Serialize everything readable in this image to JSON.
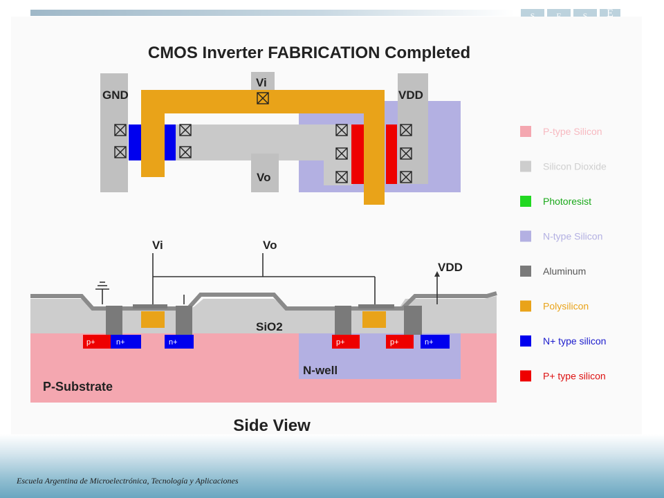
{
  "header": {
    "logo_letters": [
      "S",
      "E",
      "S",
      "E"
    ]
  },
  "diagram": {
    "title": "CMOS Inverter FABRICATION Completed",
    "top_labels": {
      "gnd": "GND",
      "vi": "Vi",
      "vdd": "VDD",
      "vo": "Vo"
    },
    "side_labels": {
      "vi": "Vi",
      "vo": "Vo",
      "vdd": "VDD",
      "sio2": "SiO2",
      "nwell": "N-well",
      "psubstrate": "P-Substrate"
    },
    "diffusion_labels": {
      "pplus": "p+",
      "nplus": "n+"
    },
    "caption": "Side View"
  },
  "legend": [
    {
      "label": "P-type Silicon",
      "color": "#f4a7b0",
      "text_color": "#f7b9c0"
    },
    {
      "label": "Silicon Dioxide",
      "color": "#cdcdcd",
      "text_color": "#cfcfcf"
    },
    {
      "label": "Photoresist",
      "color": "#22d822",
      "text_color": "#1aa81a"
    },
    {
      "label": "N-type Silicon",
      "color": "#b3b0e2",
      "text_color": "#b3b0e2"
    },
    {
      "label": "Aluminum",
      "color": "#7a7a7a",
      "text_color": "#555555"
    },
    {
      "label": "Polysilicon",
      "color": "#e9a319",
      "text_color": "#e9a319"
    },
    {
      "label": "N+ type silicon",
      "color": "#0000ee",
      "text_color": "#1a1acc"
    },
    {
      "label": "P+ type silicon",
      "color": "#ee0000",
      "text_color": "#dd1111"
    }
  ],
  "colors": {
    "p_silicon": "#f4a7b0",
    "sio2": "#cdcdcd",
    "n_silicon": "#b3b0e2",
    "aluminum": "#8a8a8a",
    "polysilicon": "#e9a319",
    "nplus": "#0000ee",
    "pplus": "#ee0000"
  },
  "footer": {
    "institution": "Escuela Argentina de Microelectrónica, Tecnología y Aplicaciones"
  }
}
